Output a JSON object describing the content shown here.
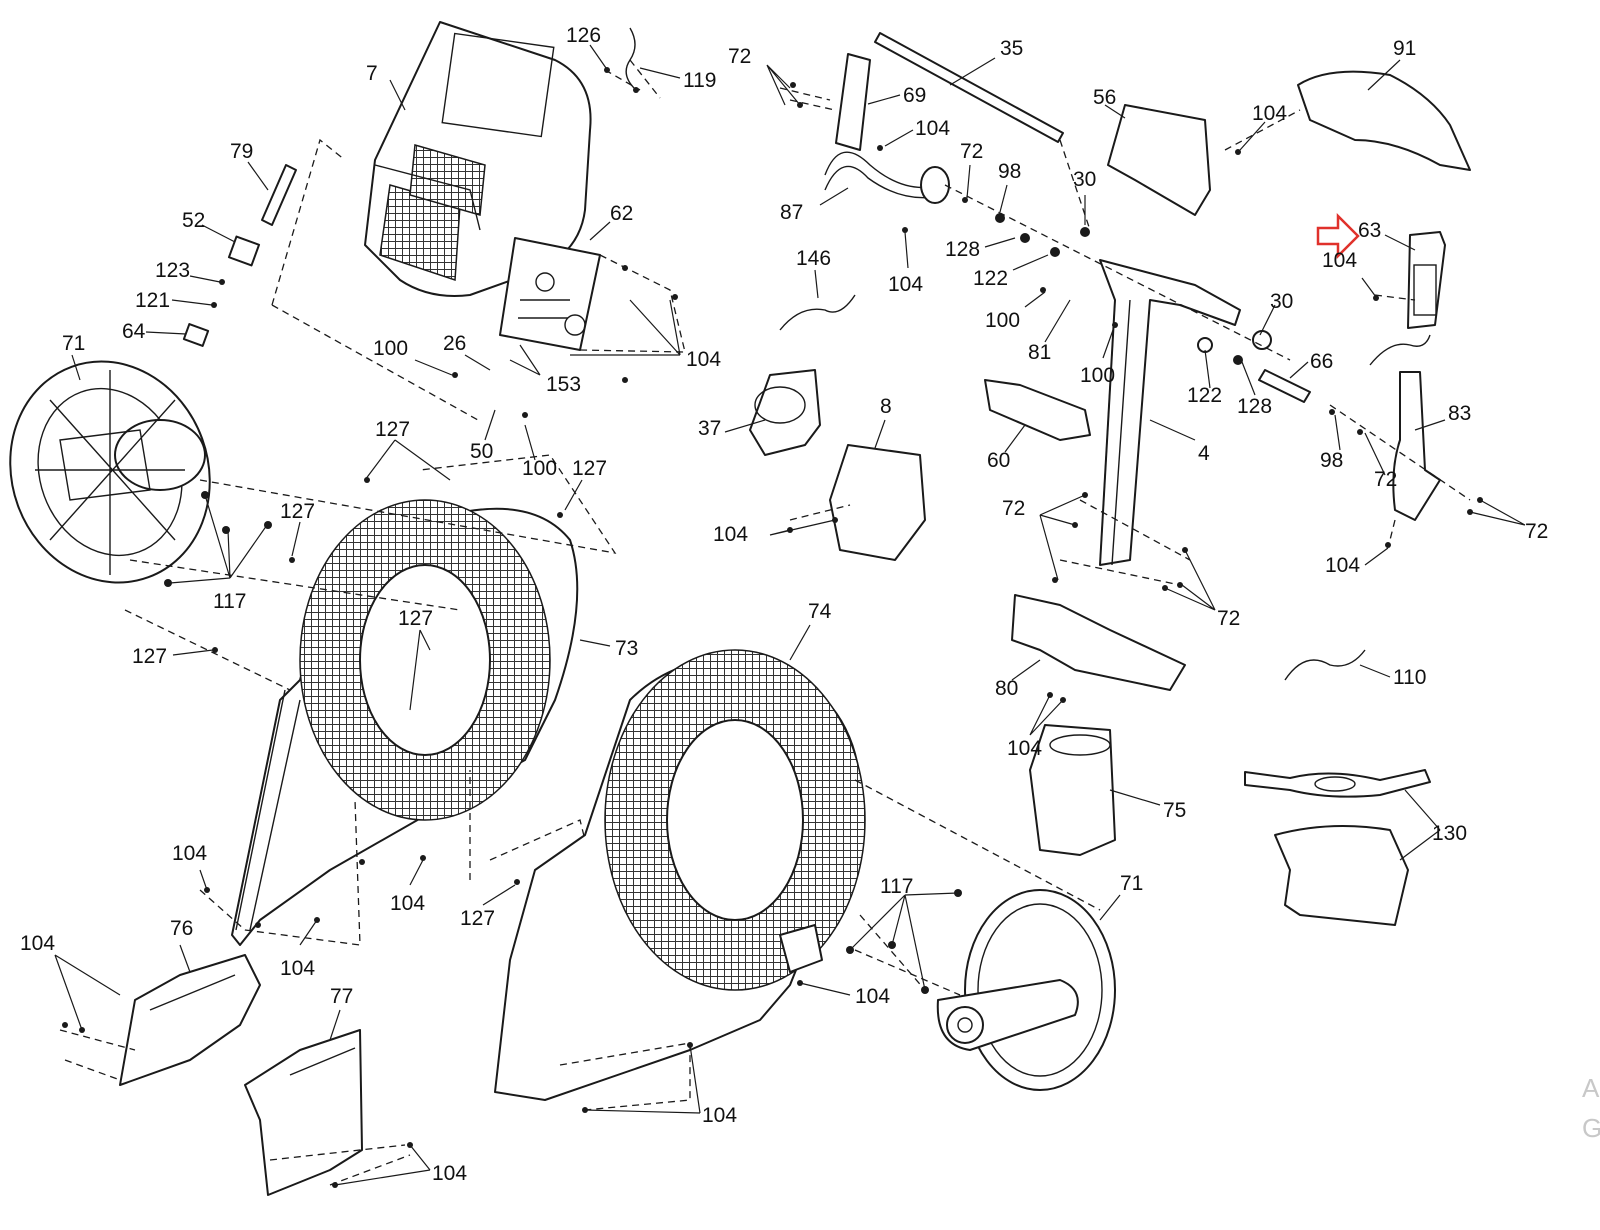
{
  "colors": {
    "ink": "#1a1a1a",
    "highlight_arrow": "#e0312b",
    "watermark": "#c8c8c8"
  },
  "callouts": {
    "c7": "7",
    "c126": "126",
    "c119": "119",
    "c79": "79",
    "c52": "52",
    "c123": "123",
    "c121": "121",
    "c64": "64",
    "c71a": "71",
    "c62": "62",
    "c100a": "100",
    "c26": "26",
    "c153": "153",
    "c104a": "104",
    "c50": "50",
    "c100b": "100",
    "c127a": "127",
    "c127b": "127",
    "c127c": "127",
    "c117a": "117",
    "c127d": "127",
    "c127e": "127",
    "c73": "73",
    "c72a": "72",
    "c35": "35",
    "c69": "69",
    "c104b": "104",
    "c72b": "72",
    "c98a": "98",
    "c87": "87",
    "c128a": "128",
    "c122a": "122",
    "c104c": "104",
    "c146": "146",
    "c30a": "30",
    "c56": "56",
    "c91": "91",
    "c104d": "104",
    "c63": "63",
    "c104e": "104",
    "c30b": "30",
    "c100c": "100",
    "c81": "81",
    "c100d": "100",
    "c66": "66",
    "c122b": "122",
    "c128b": "128",
    "c83": "83",
    "c98b": "98",
    "c72c": "72",
    "c72d": "72",
    "c104f": "104",
    "c37": "37",
    "c8": "8",
    "c104g": "104",
    "c60": "60",
    "c4": "4",
    "c72e": "72",
    "c72f": "72",
    "c80": "80",
    "c104h": "104",
    "c110": "110",
    "c75": "75",
    "c130": "130",
    "c74": "74",
    "c104i": "104",
    "c104j": "104",
    "c127f": "127",
    "c104k": "104",
    "c104l": "104",
    "c76": "76",
    "c117b": "117",
    "c71b": "71",
    "c104m": "104",
    "c104n": "104",
    "c77": "77",
    "c104o": "104"
  },
  "watermark": {
    "line1": "A",
    "line2": "G"
  }
}
